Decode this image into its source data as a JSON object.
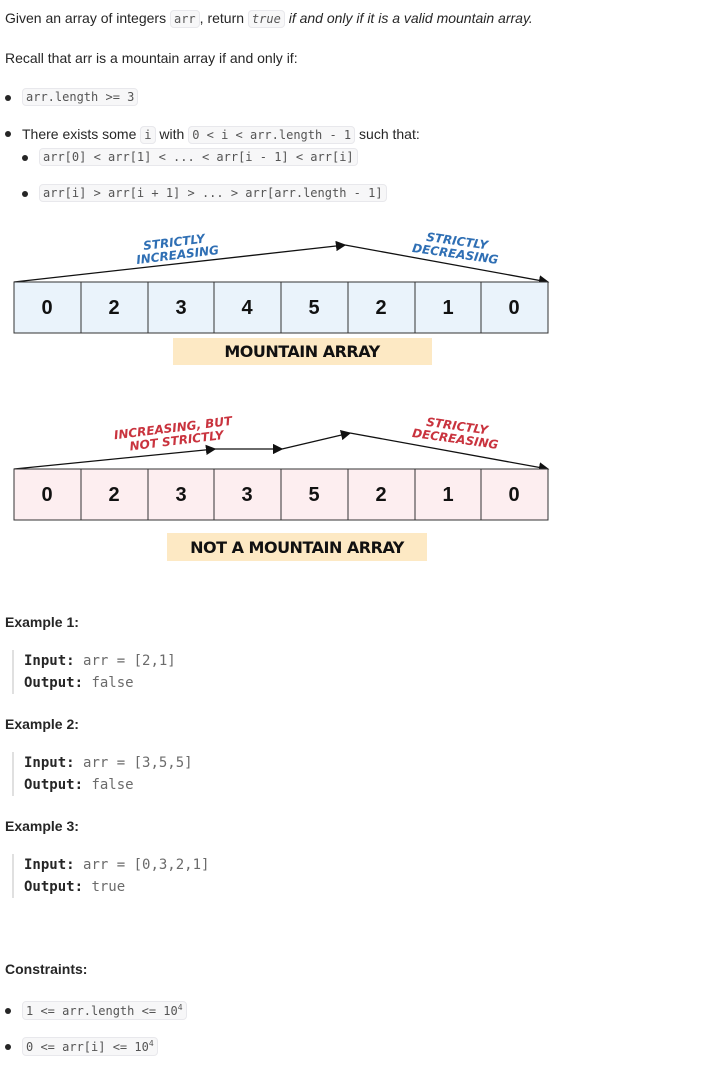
{
  "intro": {
    "p1_start": "Given an array of integers ",
    "p1_code": "arr",
    "p1_mid": ", return ",
    "p1_true": "true",
    "p1_end": " if and only if it is a valid mountain array."
  },
  "recall": "Recall that arr is a mountain array if and only if:",
  "conditions": {
    "c1_code": "arr.length >= 3",
    "c2_start": "There exists some ",
    "c2_i": "i",
    "c2_mid": " with ",
    "c2_range": "0 < i < arr.length - 1",
    "c2_end": " such that:",
    "sub1": "arr[0] < arr[1] < ... < arr[i - 1] < arr[i]",
    "sub2": "arr[i] > arr[i + 1] > ... > arr[arr.length - 1]"
  },
  "diagram1": {
    "cells": [
      "0",
      "2",
      "3",
      "4",
      "5",
      "2",
      "1",
      "0"
    ],
    "left_note": [
      "STRICTLY",
      "INCREASING"
    ],
    "right_note": [
      "STRICTLY",
      "DECREASING"
    ],
    "label": "MOUNTAIN ARRAY",
    "cell_bg": "#eaf3fb",
    "note_color": "#2f6fb4",
    "label_bg": "#fde9c4"
  },
  "diagram2": {
    "cells": [
      "0",
      "2",
      "3",
      "3",
      "5",
      "2",
      "1",
      "0"
    ],
    "left_note": [
      "INCREASING, BUT",
      "NOT STRICTLY"
    ],
    "right_note": [
      "STRICTLY",
      "DECREASING"
    ],
    "label": "NOT A MOUNTAIN ARRAY",
    "cell_bg": "#fdeef0",
    "note_color": "#c9333e",
    "label_bg": "#fde9c4"
  },
  "examples": [
    {
      "title": "Example 1:",
      "input_key": "Input:",
      "input_val": "arr = [2,1]",
      "output_key": "Output:",
      "output_val": "false"
    },
    {
      "title": "Example 2:",
      "input_key": "Input:",
      "input_val": "arr = [3,5,5]",
      "output_key": "Output:",
      "output_val": "false"
    },
    {
      "title": "Example 3:",
      "input_key": "Input:",
      "input_val": "arr = [0,3,2,1]",
      "output_key": "Output:",
      "output_val": "true"
    }
  ],
  "constraints": {
    "title": "Constraints:",
    "c1_base": "1 <= arr.length <= 10",
    "c1_sup": "4",
    "c2_base": "0 <= arr[i] <= 10",
    "c2_sup": "4"
  }
}
